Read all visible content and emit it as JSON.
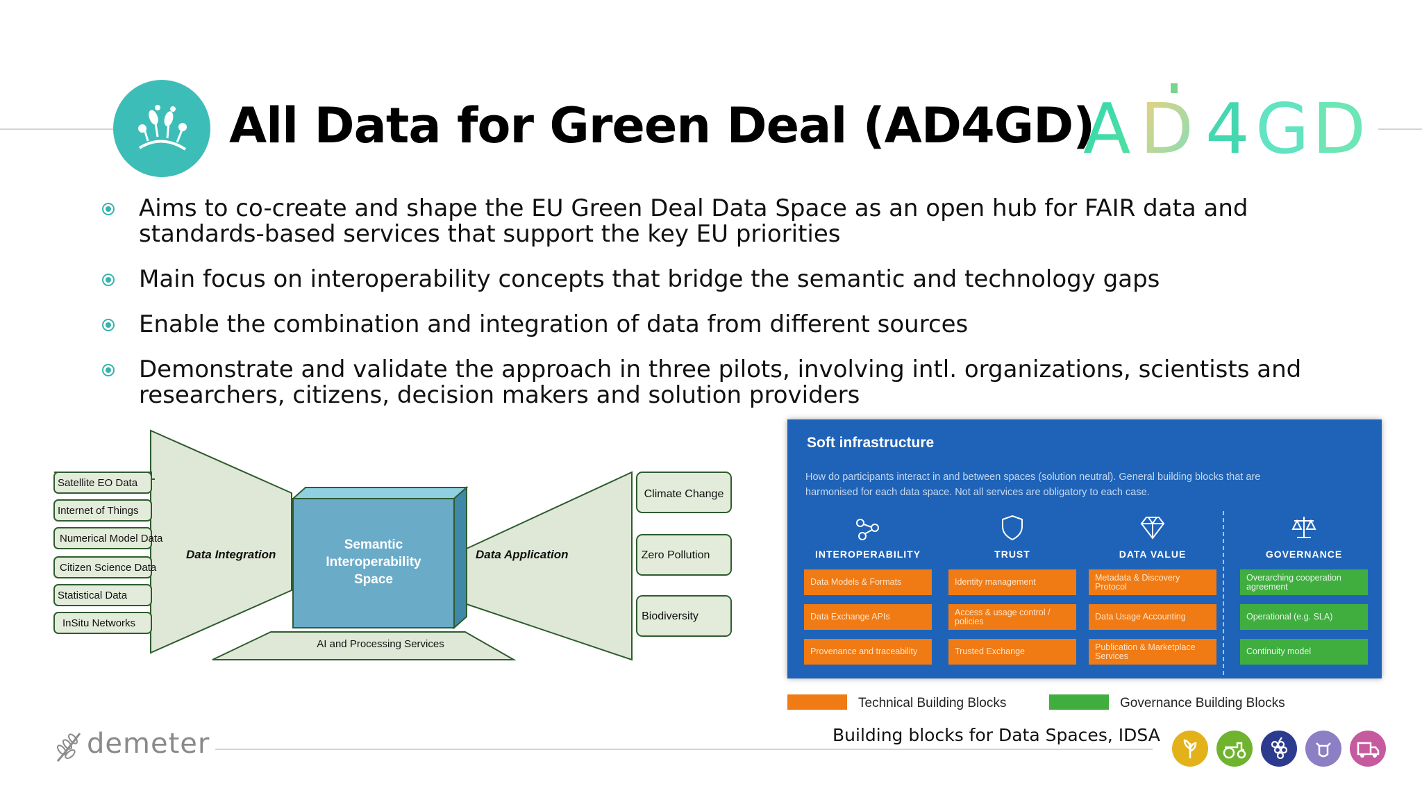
{
  "header": {
    "title": "All Data for Green Deal (AD4GD)",
    "logo_text": [
      "A",
      "D",
      "4",
      "G",
      "D"
    ]
  },
  "bullets": [
    "Aims to co-create and shape the EU Green Deal Data Space as an open hub for FAIR data and standards-based services that support the key EU priorities",
    "Main focus on interoperability concepts that bridge the semantic and technology gaps",
    "Enable the combination and integration of data from different sources",
    "Demonstrate and validate the approach in three pilots, involving intl. organizations, scientists and researchers,  citizens, decision makers and solution providers"
  ],
  "diagram": {
    "inputs": [
      "Satellite EO Data",
      "Internet of Things",
      "Numerical Model Data",
      "Citizen Science Data",
      "Statistical Data",
      "InSitu Networks"
    ],
    "integration_label": "Data Integration",
    "center_lines": [
      "Semantic",
      "Interoperability",
      "Space"
    ],
    "application_label": "Data Application",
    "outputs": [
      "Climate Change",
      "Zero Pollution",
      "Biodiversity"
    ],
    "base_label": "AI and Processing Services"
  },
  "infrastructure": {
    "title": "Soft infrastructure",
    "description": "How do participants interact in and between spaces (solution neutral). General building blocks that are harmonised for each data space. Not all services are obligatory to each case.",
    "columns": [
      {
        "heading": "INTEROPERABILITY",
        "icon": "share-icon",
        "blocks": [
          "Data Models & Formats",
          "Data Exchange APIs",
          "Provenance and traceability"
        ]
      },
      {
        "heading": "TRUST",
        "icon": "shield-icon",
        "blocks": [
          "Identity management",
          "Access & usage control / policies",
          "Trusted Exchange"
        ]
      },
      {
        "heading": "DATA VALUE",
        "icon": "diamond-icon",
        "blocks": [
          "Metadata & Discovery Protocol",
          "Data Usage Accounting",
          "Publication & Marketplace Services"
        ]
      },
      {
        "heading": "GOVERNANCE",
        "icon": "scales-icon",
        "blocks": [
          "Overarching cooperation agreement",
          "Operational (e.g. SLA)",
          "Continuity model"
        ]
      }
    ],
    "legend": {
      "technical": "Technical Building Blocks",
      "governance": "Governance Building Blocks"
    },
    "caption": "Building blocks for Data Spaces, IDSA"
  },
  "footer": {
    "logo_text": "demeter",
    "sector_icons": [
      {
        "name": "crop-icon",
        "color": "#e3b21a"
      },
      {
        "name": "tractor-icon",
        "color": "#6fb32e"
      },
      {
        "name": "grapes-icon",
        "color": "#2d3b8f"
      },
      {
        "name": "cattle-icon",
        "color": "#8d7fc4"
      },
      {
        "name": "truck-icon",
        "color": "#c65a9e"
      }
    ]
  },
  "colors": {
    "accent": "#3dbdb8",
    "panel": "#1f63b8",
    "technical": "#f07a13",
    "governance": "#3fae3f"
  }
}
